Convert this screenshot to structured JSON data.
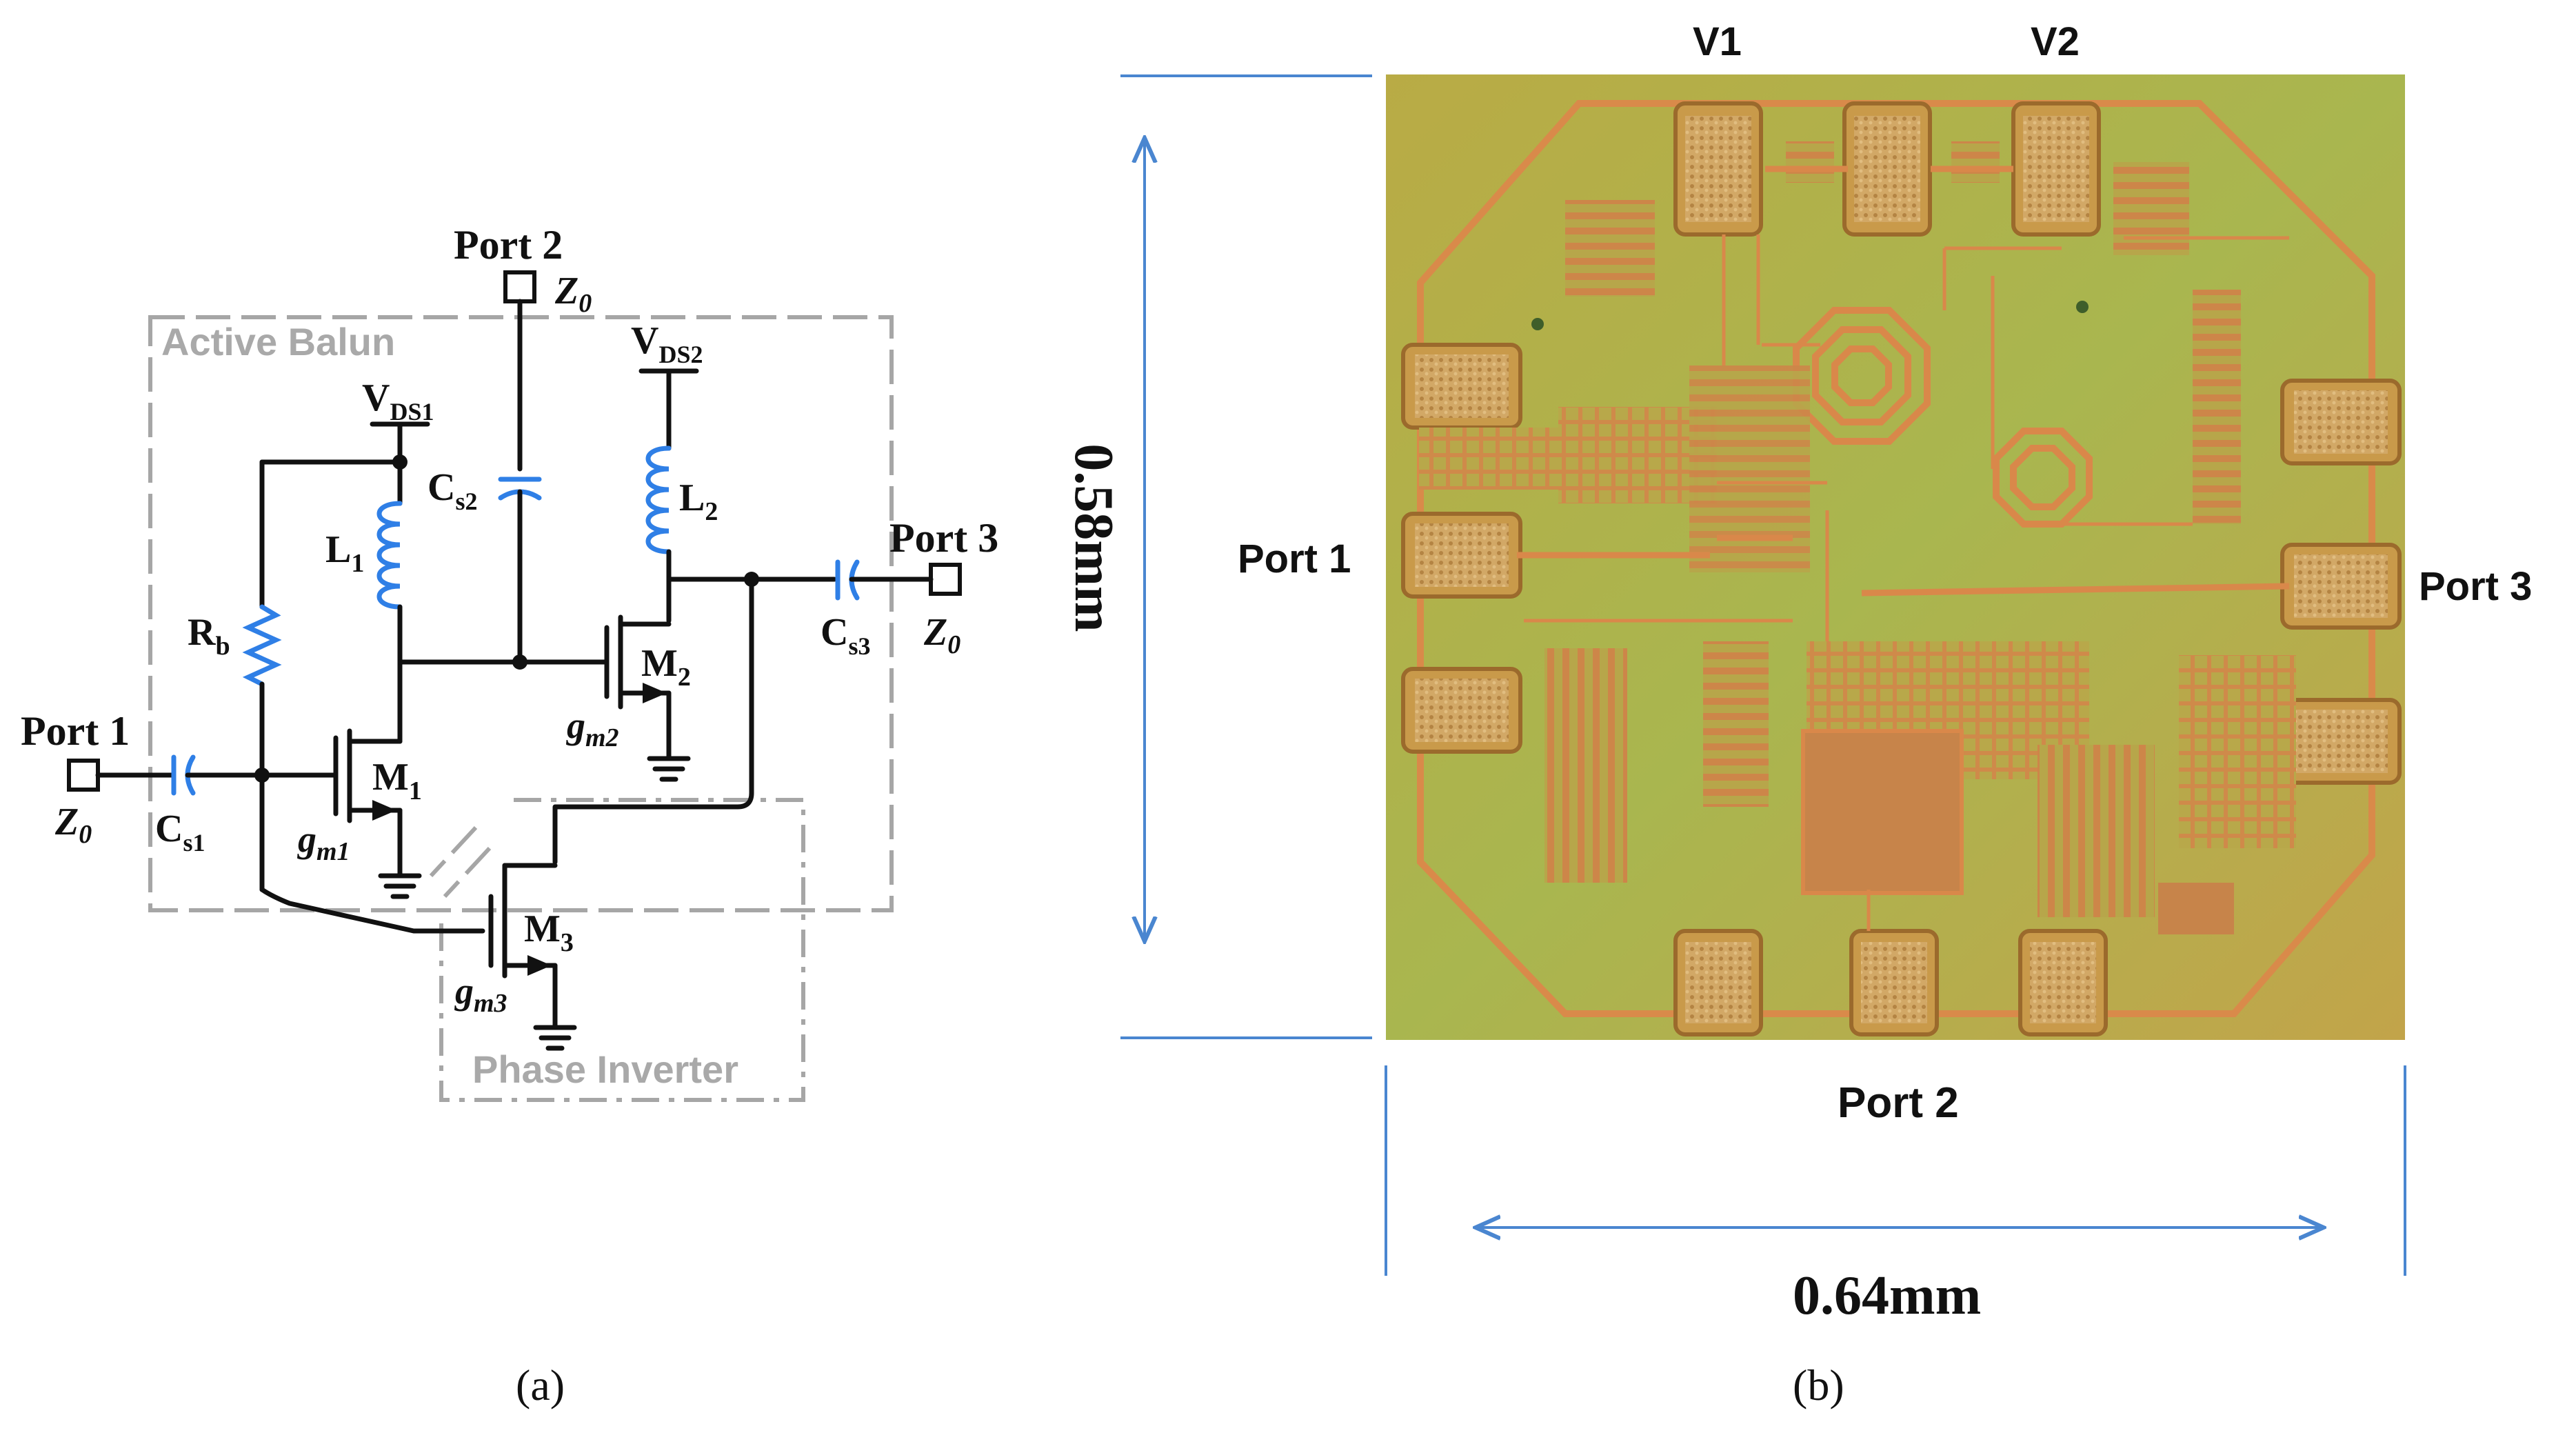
{
  "schematic": {
    "sub_label": "(a)",
    "box_labels": {
      "active_balun": "Active Balun",
      "phase_inverter": "Phase Inverter"
    },
    "ports": {
      "port1": "Port 1",
      "port2": "Port 2",
      "port3": "Port 3",
      "impedance": "Z"
    },
    "components": {
      "vds1": "V",
      "vds1_sub": "DS1",
      "vds2": "V",
      "vds2_sub": "DS2",
      "l1": "L",
      "l1_sub": "1",
      "l2": "L",
      "l2_sub": "2",
      "rb": "R",
      "rb_sub": "b",
      "cs1": "C",
      "cs1_sub": "s1",
      "cs2": "C",
      "cs2_sub": "s2",
      "cs3": "C",
      "cs3_sub": "s3",
      "m1": "M",
      "m1_sub": "1",
      "m2": "M",
      "m2_sub": "2",
      "m3": "M",
      "m3_sub": "3",
      "gm1": "g",
      "gm1_sub": "m1",
      "gm2": "g",
      "gm2_sub": "m2",
      "gm3": "g",
      "gm3_sub": "m3",
      "z_sub": "0"
    }
  },
  "die_photo": {
    "sub_label": "(b)",
    "pad_labels": {
      "v1": "V1",
      "v2": "V2"
    },
    "port_labels": {
      "port1": "Port 1",
      "port2": "Port 2",
      "port3": "Port 3"
    },
    "dimensions": {
      "height": "0.58mm",
      "width": "0.64mm"
    },
    "colors": {
      "die_background": "#a9b24a",
      "metal": "#d9884a",
      "pad": "#c99a4a",
      "dimension_line": "#4a86d0",
      "schematic_passive": "#2f7fe6"
    }
  }
}
